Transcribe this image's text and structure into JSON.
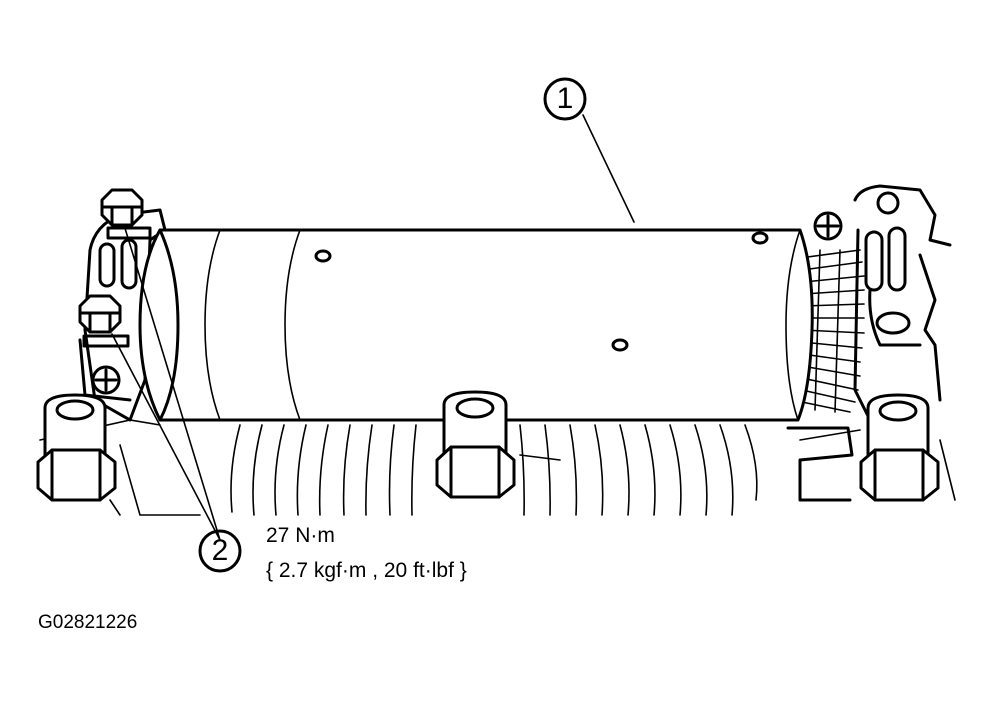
{
  "callouts": [
    {
      "number": "1"
    },
    {
      "number": "2"
    }
  ],
  "torque_spec": {
    "line1": "27 N·m",
    "line2": "{ 2.7 kgf·m , 20 ft·lbf }"
  },
  "figure_code": "G02821226"
}
